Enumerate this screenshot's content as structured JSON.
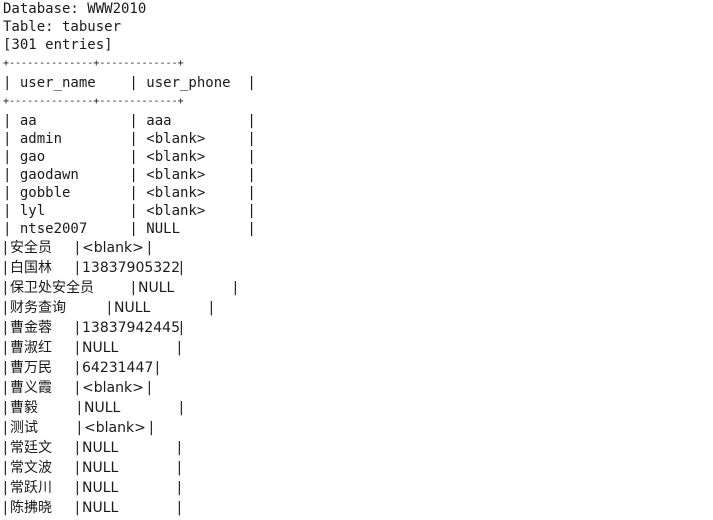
{
  "header": {
    "database_line": "Database: WWW2010",
    "table_line": "Table: tabuser",
    "entries_line": "[301 entries]"
  },
  "table": {
    "separator": "+--------------+-------------+",
    "header_row": "| user_name    | user_phone  |",
    "ascii_rows": [
      "| aa           | aaa         |",
      "| admin        | <blank>     |",
      "| gao          | <blank>     |",
      "| gaodawn      | <blank>     |",
      "| gobble       | <blank>     |",
      "| lyl          | <blank>     |",
      "| ntse2007     | NULL        |"
    ],
    "cjk_rows": [
      {
        "name": "安全员",
        "phone": "<blank>"
      },
      {
        "name": "白国林",
        "phone": "13837905322"
      },
      {
        "name": "保卫处安全员",
        "phone": "NULL"
      },
      {
        "name": "财务查询",
        "phone": "NULL"
      },
      {
        "name": "曹金蓉",
        "phone": "13837942445"
      },
      {
        "name": "曹淑红",
        "phone": "NULL"
      },
      {
        "name": "曹万民",
        "phone": "64231447"
      },
      {
        "name": "曹义霞",
        "phone": "<blank>"
      },
      {
        "name": "曹毅",
        "phone": "NULL"
      },
      {
        "name": "测试",
        "phone": "<blank>"
      },
      {
        "name": "常廷文",
        "phone": "NULL"
      },
      {
        "name": "常文波",
        "phone": "NULL"
      },
      {
        "name": "常跃川",
        "phone": "NULL"
      },
      {
        "name": "陈拂晓",
        "phone": "NULL"
      }
    ]
  }
}
